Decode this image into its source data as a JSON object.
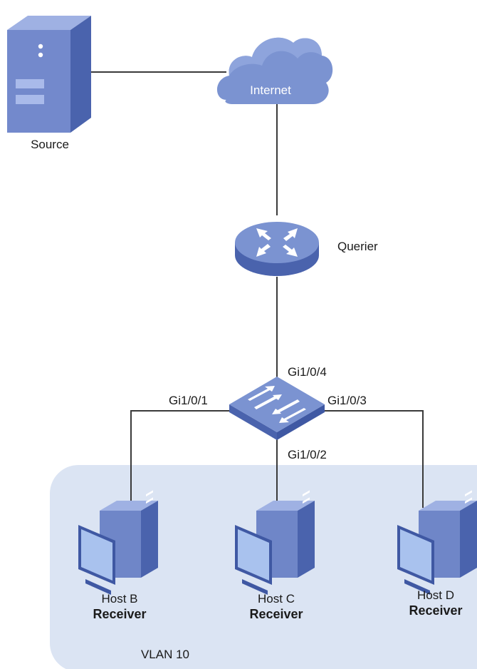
{
  "devices": {
    "source": {
      "label": "Source"
    },
    "internet": {
      "label": "Internet"
    },
    "router": {
      "label": "Querier"
    },
    "switch": {
      "ports": {
        "p1": "Gi1/0/1",
        "p2": "Gi1/0/2",
        "p3": "Gi1/0/3",
        "p4": "Gi1/0/4"
      }
    },
    "hosts": [
      {
        "name": "Host B",
        "role": "Receiver"
      },
      {
        "name": "Host C",
        "role": "Receiver"
      },
      {
        "name": "Host D",
        "role": "Receiver"
      }
    ]
  },
  "vlan": {
    "label": "VLAN 10"
  },
  "colors": {
    "device_light": "#7b93d1",
    "device_mid": "#5a74bd",
    "device_dark": "#3f58a3",
    "vlan_fill": "#dbe4f3",
    "wire": "#3a3a3a"
  }
}
